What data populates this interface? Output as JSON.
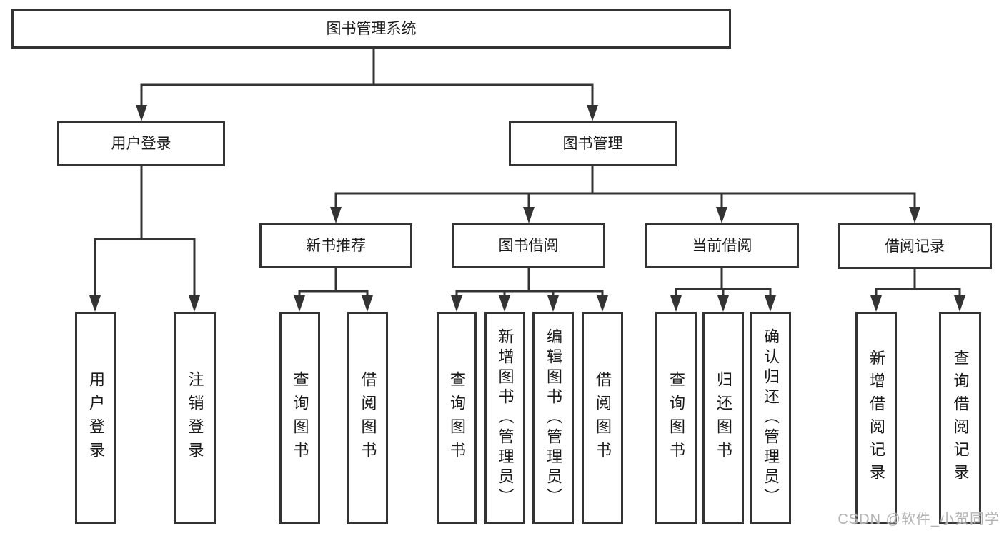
{
  "nodes": {
    "root": "图书管理系统",
    "user_login": "用户登录",
    "book_management": "图书管理",
    "new_book_recommend": "新书推荐",
    "book_borrow": "图书借阅",
    "current_borrow": "当前借阅",
    "borrow_records": "借阅记录",
    "leaf_user_login": "用户登录",
    "leaf_logout_login": "注销登录",
    "rec_query_book": "查询图书",
    "rec_borrow_book": "借阅图书",
    "borrow_query_book": "查询图书",
    "borrow_add_book": "新增图书（管理员）",
    "borrow_edit_book": "编辑图书（管理员）",
    "borrow_borrow_book": "借阅图书",
    "current_query_book": "查询图书",
    "current_return_book": "归还图书",
    "current_confirm_return": "确认归还（管理员）",
    "records_add_record": "新增借阅记录",
    "records_query_record": "查询借阅记录"
  },
  "watermark": "CSDN @软件_小贺同学",
  "colors": {
    "line": "#333333",
    "box_border": "#333333",
    "box_fill": "#ffffff",
    "text": "#1a1a1a",
    "watermark_text": "#b3b3b3",
    "background": "#ffffff"
  }
}
